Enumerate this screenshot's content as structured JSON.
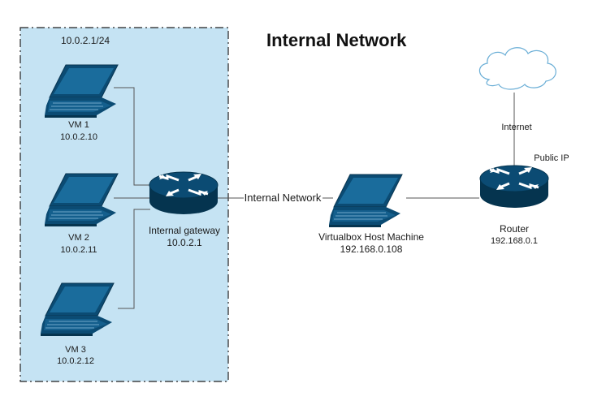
{
  "title": "Internal Network",
  "subnet": "10.0.2.1/24",
  "vms": [
    {
      "name": "VM 1",
      "ip": "10.0.2.10"
    },
    {
      "name": "VM 2",
      "ip": "10.0.2.11"
    },
    {
      "name": "VM 3",
      "ip": "10.0.2.12"
    }
  ],
  "gateway": {
    "name": "Internal gateway",
    "ip": "10.0.2.1"
  },
  "link_label": "Internal Network",
  "host": {
    "name": "Virtualbox Host Machine",
    "ip": "192.168.0.108"
  },
  "router": {
    "name": "Router",
    "ip": "192.168.0.1"
  },
  "internet_label": "Internet",
  "public_ip_label": "Public IP",
  "colors": {
    "zone_fill": "#c5e3f3",
    "device_fill": "#0b4b73",
    "device_dark": "#05344f",
    "screen_fill": "#1a6c9c"
  },
  "icons": [
    "laptop-icon",
    "router-icon",
    "cloud-icon"
  ]
}
